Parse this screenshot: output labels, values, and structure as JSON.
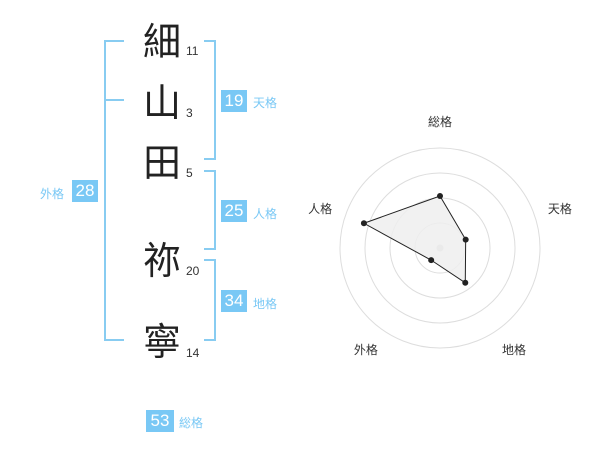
{
  "name_chars": [
    {
      "char": "細",
      "strokes": "11"
    },
    {
      "char": "山",
      "strokes": "3"
    },
    {
      "char": "田",
      "strokes": "5"
    },
    {
      "char": "祢",
      "strokes": "20"
    },
    {
      "char": "寧",
      "strokes": "14"
    }
  ],
  "fortunes": {
    "tenkaku": {
      "value": "19",
      "label": "天格"
    },
    "jinkaku": {
      "value": "25",
      "label": "人格"
    },
    "chikaku": {
      "value": "34",
      "label": "地格"
    },
    "gaikaku": {
      "value": "28",
      "label": "外格"
    },
    "soukaku": {
      "value": "53",
      "label": "総格"
    }
  },
  "chart_data": {
    "type": "radar",
    "axes": [
      "総格",
      "天格",
      "地格",
      "外格",
      "人格"
    ],
    "values": [
      0.52,
      0.27,
      0.43,
      0.15,
      0.8
    ],
    "rings": 4,
    "colors": {
      "fill": "#eeeeee",
      "line": "#222222",
      "ring": "#dddddd",
      "center": "#cccccc"
    }
  },
  "colors": {
    "accent": "#79c8f5",
    "bracket": "#88ccf1"
  }
}
